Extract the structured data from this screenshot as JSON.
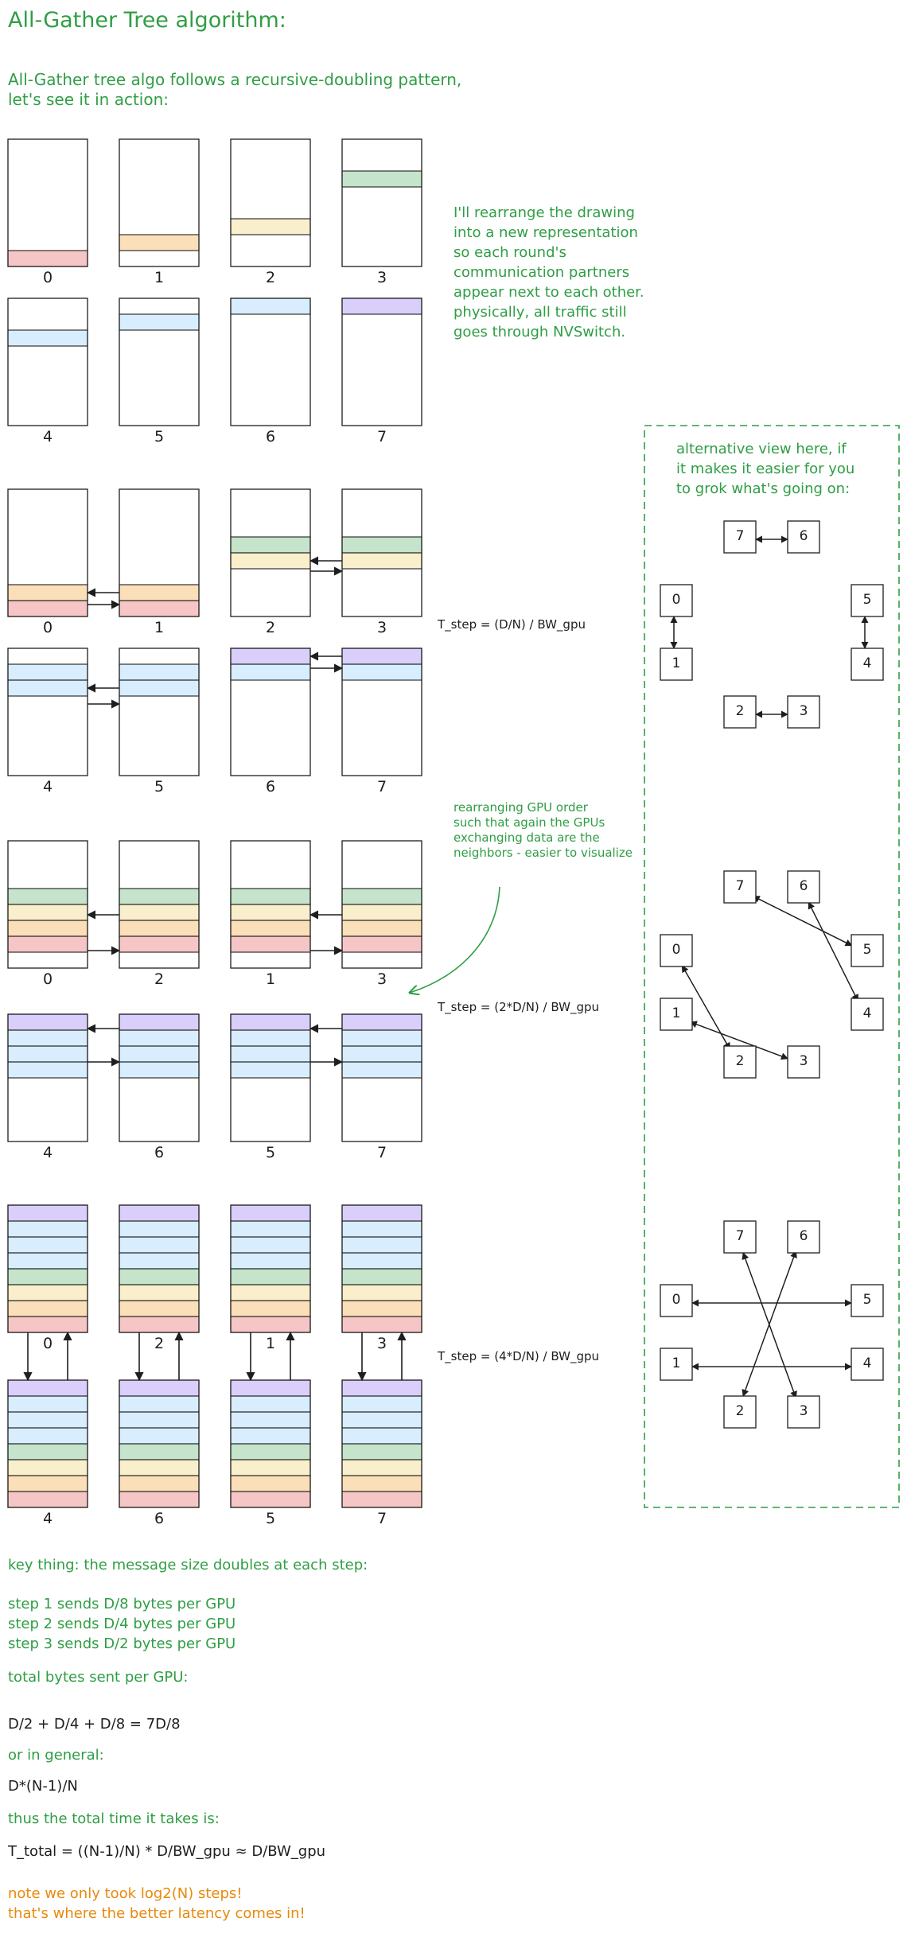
{
  "title": "All-Gather Tree algorithm:",
  "intro": [
    "All-Gather tree algo follows a recursive-doubling pattern,",
    "let's see it in action:"
  ],
  "note_rearrange": [
    "I'll rearrange the drawing",
    "into a new representation",
    "so each round's",
    "communication partners",
    "appear next to each other.",
    "physically, all traffic still",
    "goes through NVSwitch."
  ],
  "alt_view_note": [
    "alternative view here, if",
    "it makes it easier for you",
    "to grok what's going on:"
  ],
  "reorder_note": [
    "rearranging GPU order",
    "such that again the GPUs",
    "exchanging data are the",
    "neighbors - easier to visualize"
  ],
  "formulas": {
    "step1": "T_step = (D/N) / BW_gpu",
    "step2": "T_step = (2*D/N) / BW_gpu",
    "step3": "T_step = (4*D/N) / BW_gpu"
  },
  "colors": {
    "red": "#e03131",
    "orange": "#f08c00",
    "yellow": "#e8c547",
    "green": "#2f9e44",
    "blue": "#4dabf7",
    "lightblue": "#74c0fc",
    "purple": "#7950f2",
    "note_green": "#2f9e44",
    "note_orange": "#e8890c"
  },
  "gpu_stages": [
    {
      "name": "initial",
      "top": {
        "labels": [
          "0",
          "1",
          "2",
          "3"
        ]
      },
      "bottom": {
        "labels": [
          "4",
          "5",
          "6",
          "7"
        ]
      }
    },
    {
      "name": "after-step-1",
      "top": {
        "labels": [
          "0",
          "1",
          "2",
          "3"
        ]
      },
      "bottom": {
        "labels": [
          "4",
          "5",
          "6",
          "7"
        ]
      }
    },
    {
      "name": "after-step-2",
      "top": {
        "labels": [
          "0",
          "2",
          "1",
          "3"
        ]
      },
      "bottom": {
        "labels": [
          "4",
          "6",
          "5",
          "7"
        ]
      }
    },
    {
      "name": "after-step-3",
      "top": {
        "labels": [
          "0",
          "2",
          "1",
          "3"
        ]
      },
      "bottom": {
        "labels": [
          "4",
          "6",
          "5",
          "7"
        ]
      }
    }
  ],
  "alt_views": [
    {
      "node_labels": [
        "7",
        "6",
        "0",
        "5",
        "1",
        "4",
        "2",
        "3"
      ]
    },
    {
      "node_labels": [
        "7",
        "6",
        "0",
        "5",
        "1",
        "4",
        "2",
        "3"
      ]
    },
    {
      "node_labels": [
        "7",
        "6",
        "0",
        "5",
        "1",
        "4",
        "2",
        "3"
      ]
    }
  ],
  "summary": {
    "key": "key thing: the message size doubles at each step:",
    "steps": [
      "step 1 sends D/8 bytes per GPU",
      "step 2 sends D/4 bytes per GPU",
      "step 3 sends D/2 bytes per GPU"
    ],
    "total_label": "total bytes sent per GPU:",
    "total_eq": "D/2 + D/4 + D/8 = 7D/8",
    "general_label": "or in general:",
    "general_eq": "D*(N-1)/N",
    "time_label": "thus the total time it takes is:",
    "time_eq": "T_total = ((N-1)/N) * D/BW_gpu ≈ D/BW_gpu",
    "latency_note": [
      "note we only took log2(N) steps!",
      "that's where the better latency comes in!"
    ]
  }
}
